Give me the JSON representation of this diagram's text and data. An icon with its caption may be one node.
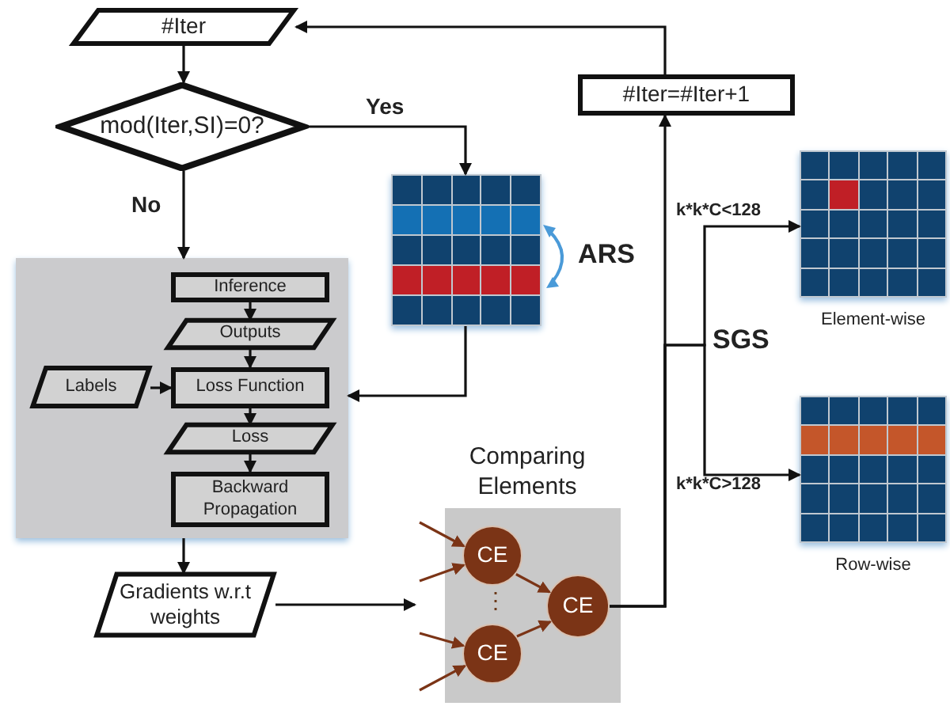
{
  "diagram": {
    "nodes": [
      {
        "text": [
          "#Iter"
        ]
      },
      {
        "text": [
          "mod(Iter,SI)=0?"
        ]
      },
      {
        "text": [],
        "shape": "picture",
        "beside": [
          "ARS"
        ]
      },
      {
        "text": [],
        "shape": "box"
      },
      {
        "text": [
          "Inference"
        ],
        "in": 3
      },
      {
        "text": [
          "Outputs"
        ],
        "in": 3
      },
      {
        "text": [
          "Labels"
        ],
        "in": 3
      },
      {
        "text": [
          "Loss Function"
        ],
        "in": 3
      },
      {
        "text": [
          "Loss"
        ],
        "in": 3
      },
      {
        "text": [
          "Backward Propagation"
        ],
        "in": 3
      },
      {
        "text": [
          "Gradients w.r.t weights"
        ]
      },
      {
        "text": [
          "Comparing Elements"
        ]
      },
      {
        "text": [
          "CE"
        ],
        "in": 11
      },
      {
        "text": [
          "CE"
        ],
        "in": 11
      },
      {
        "text": [
          "CE"
        ],
        "in": 11
      },
      {
        "text": [
          "#Iter=#Iter+1"
        ]
      },
      {
        "text": [],
        "shape": "picture",
        "beside": [
          "Element-wise"
        ]
      },
      {
        "text": [],
        "shape": "picture",
        "beside": [
          "Row-wise"
        ]
      }
    ],
    "edges": [
      {
        "from": 0,
        "to": 1,
        "arrow": "to"
      },
      {
        "from": 1,
        "to": 2,
        "arrow": "to",
        "label": "Yes"
      },
      {
        "from": 1,
        "to": 3,
        "arrow": "to",
        "label": "No"
      },
      {
        "from": 4,
        "to": 5,
        "arrow": "to"
      },
      {
        "from": 5,
        "to": 7,
        "arrow": "to"
      },
      {
        "from": 6,
        "to": 7,
        "arrow": "to"
      },
      {
        "from": 7,
        "to": 8,
        "arrow": "to"
      },
      {
        "from": 8,
        "to": 9,
        "arrow": "to"
      },
      {
        "from": 2,
        "to": 3,
        "arrow": "to"
      },
      {
        "from": 3,
        "to": 10,
        "arrow": "to"
      },
      {
        "from": 10,
        "to": 11,
        "arrow": "to"
      },
      {
        "from": null,
        "to": 12,
        "arrow": "to",
        "color": "#7b3416"
      },
      {
        "from": null,
        "to": 12,
        "arrow": "to",
        "color": "#7b3416"
      },
      {
        "from": null,
        "to": 13,
        "arrow": "to",
        "color": "#7b3416"
      },
      {
        "from": null,
        "to": 13,
        "arrow": "to",
        "color": "#7b3416"
      },
      {
        "from": 12,
        "to": 14,
        "arrow": "to",
        "color": "#7b3416"
      },
      {
        "from": 13,
        "to": 14,
        "arrow": "to",
        "color": "#7b3416"
      },
      {
        "from": 14,
        "to": 15,
        "arrow": "to"
      },
      {
        "from": 15,
        "to": 0,
        "arrow": "to"
      },
      {
        "from": 14,
        "to": 16,
        "arrow": "to",
        "label": "k*k*C<128"
      },
      {
        "from": 14,
        "to": 17,
        "arrow": "to",
        "label": "k*k*C>128"
      }
    ],
    "labels": [
      "⋮",
      "SGS"
    ]
  }
}
